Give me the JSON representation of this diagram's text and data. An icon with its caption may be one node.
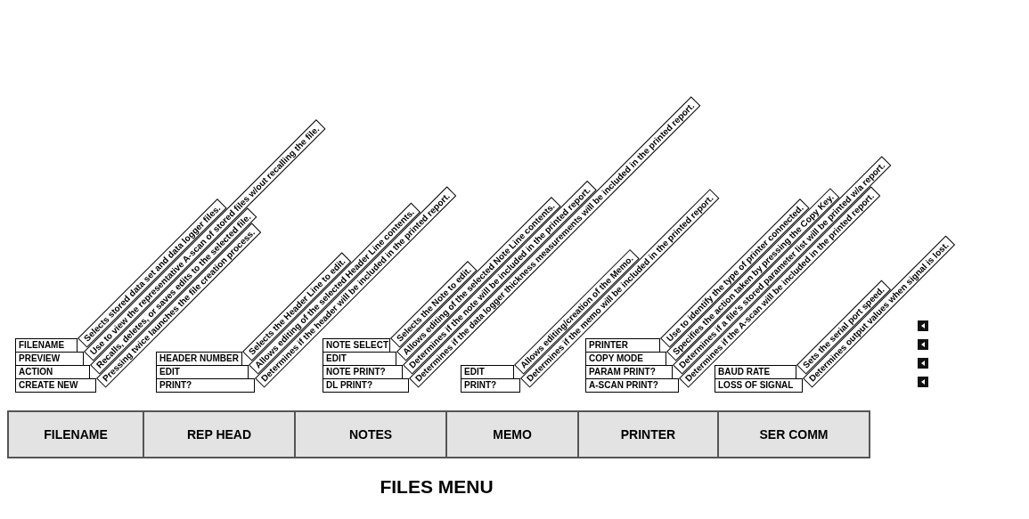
{
  "diagram": {
    "title": "FILES MENU",
    "nodes": [
      {
        "text": [
          "FILENAME"
        ]
      },
      {
        "text": [
          "REP HEAD"
        ]
      },
      {
        "text": [
          "NOTES"
        ]
      },
      {
        "text": [
          "MEMO"
        ]
      },
      {
        "text": [
          "PRINTER"
        ]
      },
      {
        "text": [
          "SER COMM"
        ]
      },
      {
        "text": [
          "FILENAME"
        ]
      },
      {
        "text": [
          "PREVIEW"
        ]
      },
      {
        "text": [
          "ACTION"
        ]
      },
      {
        "text": [
          "CREATE NEW"
        ]
      },
      {
        "text": [
          "HEADER NUMBER"
        ]
      },
      {
        "text": [
          "EDIT"
        ]
      },
      {
        "text": [
          "PRINT?"
        ]
      },
      {
        "text": [
          "NOTE SELECT"
        ]
      },
      {
        "text": [
          "EDIT"
        ]
      },
      {
        "text": [
          "NOTE PRINT?"
        ]
      },
      {
        "text": [
          "DL PRINT?"
        ]
      },
      {
        "text": [
          "EDIT"
        ]
      },
      {
        "text": [
          "PRINT?"
        ]
      },
      {
        "text": [
          "PRINTER"
        ]
      },
      {
        "text": [
          "COPY MODE"
        ]
      },
      {
        "text": [
          "PARAM PRINT?"
        ]
      },
      {
        "text": [
          "A-SCAN PRINT?"
        ]
      },
      {
        "text": [
          "BAUD RATE"
        ]
      },
      {
        "text": [
          "LOSS OF SIGNAL"
        ]
      }
    ],
    "labels": [
      "Selects stored data set and data logger files.",
      "Use to view the representative A-scan of stored files w/out recalling the file.",
      "Recalls, deletes, or saves edits to the selected file.",
      "Pressing twice launches the file creation process.",
      "Selects the Header Line to edit.",
      "Allows editing of the selected Header Line contents.",
      "Determines if the header will be included in the printed report.",
      "Selects the Note to edit.",
      "Allows editing of the selected Note Line contents.",
      "Determines if the note will be included in the printed report.",
      "Determines if the data logger thickness measurements will be included in the printed report.",
      "Allows editing/creation of the Memo.",
      "Determines if the memo will be included in the printed report.",
      "Use to identify the type of printer connected.",
      "Specifies the action taken by pressing the Copy Key.",
      "Determines if a file's stored parameter list will be printed w/a report.",
      "Determines if the A-scan will be included in the printed report.",
      "Sets the serial port speed.",
      "Determines output values when signal is lost."
    ]
  }
}
